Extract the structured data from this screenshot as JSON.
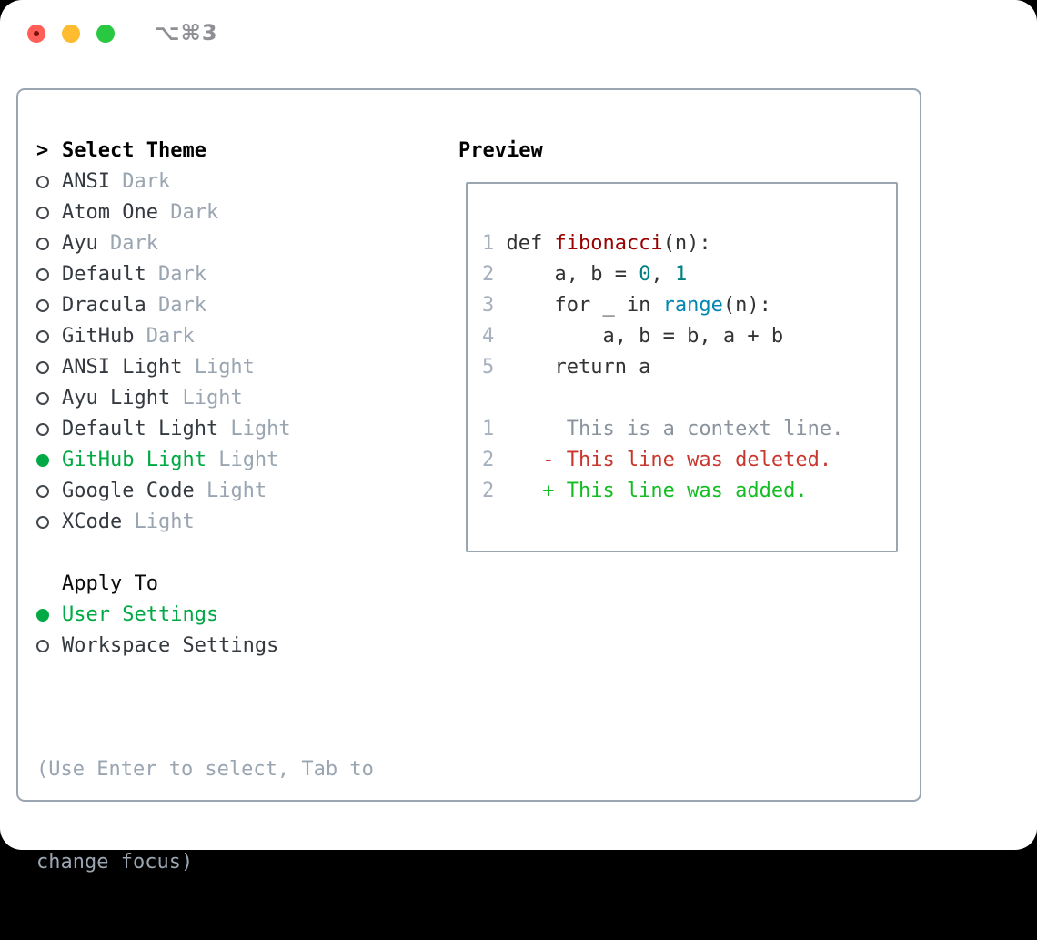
{
  "window": {
    "titlebar_shortcut": "⌥⌘3"
  },
  "colors": {
    "traffic_red": "#ff5f57",
    "traffic_yellow": "#febc2e",
    "traffic_green": "#28c840",
    "titlebar_gray": "#8e9095",
    "border_gray": "#9aa5b2",
    "muted_gray": "#9aa5b2",
    "text_dark": "#343a40",
    "accent_green": "#00a944",
    "line_number": "#a6b0bf",
    "code_plain": "#333333",
    "func_red": "#990000",
    "number_teal": "#008080",
    "builtin_blue": "#0086b3",
    "context_gray": "#8b949e",
    "deleted_red": "#c8372d",
    "added_green": "#15bd25"
  },
  "theme_panel": {
    "header_marker": ">",
    "header": "Select Theme",
    "themes": [
      {
        "name": "ANSI",
        "tag": "Dark",
        "selected": false
      },
      {
        "name": "Atom One",
        "tag": "Dark",
        "selected": false
      },
      {
        "name": "Ayu",
        "tag": "Dark",
        "selected": false
      },
      {
        "name": "Default",
        "tag": "Dark",
        "selected": false
      },
      {
        "name": "Dracula",
        "tag": "Dark",
        "selected": false
      },
      {
        "name": "GitHub",
        "tag": "Dark",
        "selected": false
      },
      {
        "name": "ANSI Light",
        "tag": "Light",
        "selected": false
      },
      {
        "name": "Ayu Light",
        "tag": "Light",
        "selected": false
      },
      {
        "name": "Default Light",
        "tag": "Light",
        "selected": false
      },
      {
        "name": "GitHub Light",
        "tag": "Light",
        "selected": true
      },
      {
        "name": "Google Code",
        "tag": "Light",
        "selected": false
      },
      {
        "name": "XCode",
        "tag": "Light",
        "selected": false
      }
    ],
    "apply_to": {
      "header": "Apply To",
      "options": [
        {
          "name": "User Settings",
          "selected": true
        },
        {
          "name": "Workspace Settings",
          "selected": false
        }
      ]
    },
    "hint_line1": "(Use Enter to select, Tab to",
    "hint_line2": "change focus)"
  },
  "preview": {
    "header": "Preview",
    "code_lines": [
      {
        "num": "1",
        "tokens": [
          {
            "t": "def ",
            "c": "pl"
          },
          {
            "t": "fibonacci",
            "c": "ti"
          },
          {
            "t": "(n):",
            "c": "pl"
          }
        ]
      },
      {
        "num": "2",
        "tokens": [
          {
            "t": "    a, b = ",
            "c": "pl"
          },
          {
            "t": "0",
            "c": "nu"
          },
          {
            "t": ", ",
            "c": "pl"
          },
          {
            "t": "1",
            "c": "nu"
          }
        ]
      },
      {
        "num": "3",
        "tokens": [
          {
            "t": "    for _ in ",
            "c": "pl"
          },
          {
            "t": "range",
            "c": "bi"
          },
          {
            "t": "(n):",
            "c": "pl"
          }
        ]
      },
      {
        "num": "4",
        "tokens": [
          {
            "t": "        a, b = b, a + b",
            "c": "pl"
          }
        ]
      },
      {
        "num": "5",
        "tokens": [
          {
            "t": "    return a",
            "c": "pl"
          }
        ]
      },
      {
        "num": "",
        "tokens": []
      },
      {
        "num": "1",
        "tokens": [
          {
            "t": "     This is a context line.",
            "c": "ctx"
          }
        ]
      },
      {
        "num": "2",
        "tokens": [
          {
            "t": "   - This line was deleted.",
            "c": "del"
          }
        ]
      },
      {
        "num": "2",
        "tokens": [
          {
            "t": "   + This line was added.",
            "c": "add"
          }
        ]
      }
    ]
  }
}
